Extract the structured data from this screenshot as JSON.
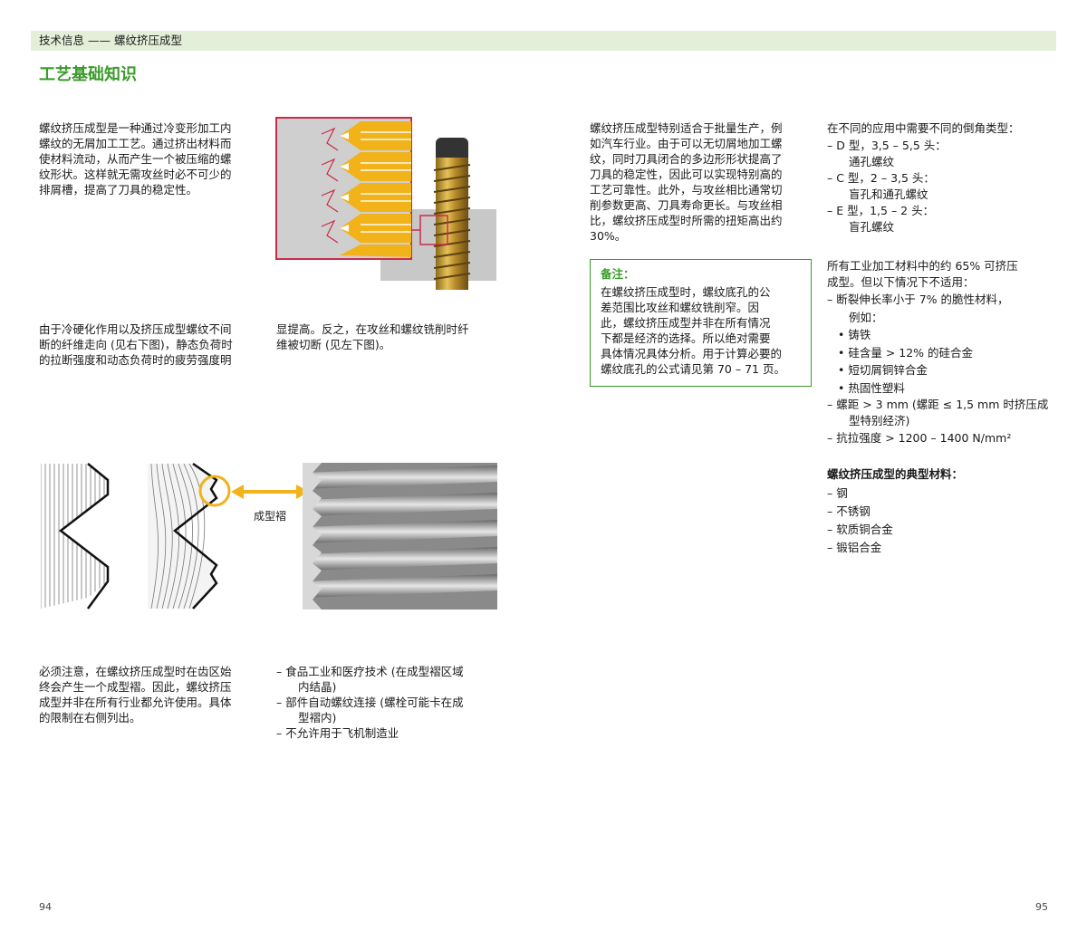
{
  "header": {
    "title": "技术信息 —— 螺纹挤压成型"
  },
  "page_title": "工艺基础知识",
  "left": {
    "intro_lines": [
      "螺纹挤压成型是一种通过冷变形加工内",
      "螺纹的无屑加工工艺。通过挤出材料而",
      "使材料流动，从而产生一个被压缩的螺",
      "纹形状。这样就无需攻丝时必不可少的",
      "排屑槽，提高了刀具的稳定性。"
    ],
    "hardening_lines_a": [
      "由于冷硬化作用以及挤压成型螺纹不间",
      "断的纤维走向 (见右下图)，静态负荷时",
      "的拉断强度和动态负荷时的疲劳强度明"
    ],
    "hardening_lines_b": [
      "显提高。反之，在攻丝和螺纹铣削时纤",
      "维被切断 (见左下图)。"
    ],
    "fold_label": "成型褶",
    "notice_lines": [
      "必须注意，在螺纹挤压成型时在齿区始",
      "终会产生一个成型褶。因此，螺纹挤压",
      "成型并非在所有行业都允许使用。具体",
      "的限制在右侧列出。"
    ],
    "restrictions": [
      {
        "main": "– 食品工业和医疗技术 (在成型褶区域",
        "cont": "内结晶)"
      },
      {
        "main": "– 部件自动螺纹连接 (螺栓可能卡在成",
        "cont": "型褶内)"
      },
      {
        "main": "– 不允许用于飞机制造业",
        "cont": ""
      }
    ]
  },
  "right": {
    "mass_lines": [
      "螺纹挤压成型特别适合于批量生产，例",
      "如汽车行业。由于可以无切屑地加工螺",
      "纹，同时刀具闭合的多边形形状提高了",
      "刀具的稳定性，因此可以实现特别高的",
      "工艺可靠性。此外，与攻丝相比通常切",
      "削参数更高、刀具寿命更长。与攻丝相",
      "比，螺纹挤压成型时所需的扭矩高出约",
      "30%。"
    ],
    "note": {
      "title": "备注：",
      "lines": [
        "在螺纹挤压成型时，螺纹底孔的公",
        "差范围比攻丝和螺纹铣削窄。因",
        "此，螺纹挤压成型并非在所有情况",
        "下都是经济的选择。所以绝对需要",
        "具体情况具体分析。用于计算必要的",
        "螺纹底孔的公式请见第 70 – 71 页。"
      ]
    },
    "chamfer_intro": "在不同的应用中需要不同的倒角类型：",
    "chamfer_types": [
      {
        "main": "– D 型，3,5 – 5,5 头：",
        "cont": "通孔螺纹"
      },
      {
        "main": "– C 型，2 – 3,5 头：",
        "cont": "盲孔和通孔螺纹"
      },
      {
        "main": "– E 型，1,5 – 2 头：",
        "cont": "盲孔螺纹"
      }
    ],
    "applicability_lines": [
      "所有工业加工材料中的约 65% 可挤压",
      "成型。但以下情况下不适用："
    ],
    "exceptions": {
      "brittle": "– 断裂伸长率小于 7% 的脆性材料，",
      "brittle_cont": "例如：",
      "examples": [
        "• 铸铁",
        "• 硅含量 > 12% 的硅合金",
        "• 短切屑铜锌合金",
        "• 热固性塑料"
      ],
      "pitch": "– 螺距 > 3 mm (螺距 ≤ 1,5 mm 时挤压成",
      "pitch_cont": "型特别经济)",
      "tensile": "– 抗拉强度 > 1200 – 1400 N/mm²"
    },
    "typical_title": "螺纹挤压成型的典型材料：",
    "typical_materials": [
      "– 钢",
      "– 不锈钢",
      "– 软质铜合金",
      "– 锻铝合金"
    ]
  },
  "page_numbers": {
    "left": "94",
    "right": "95"
  },
  "colors": {
    "accent_green": "#3a9a2a",
    "header_bg": "#e3efd9",
    "thread_yellow": "#f2b21a",
    "highlight_red": "#cc2a4a"
  }
}
